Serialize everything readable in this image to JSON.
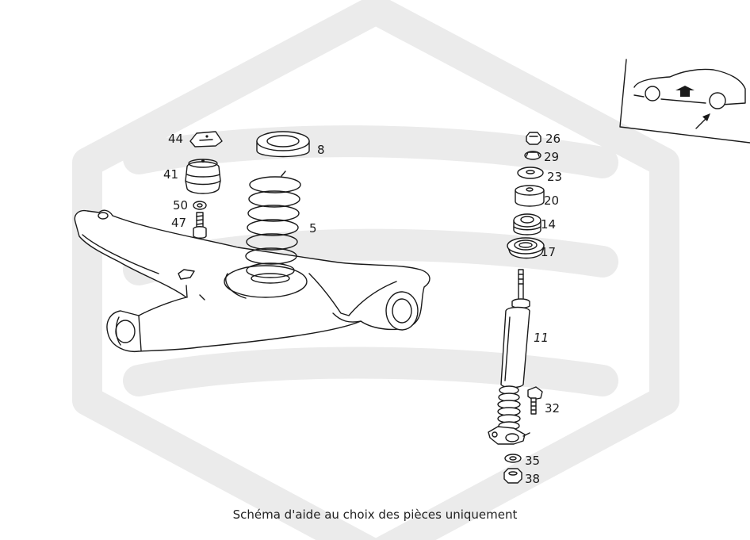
{
  "caption": "Schéma d'aide au choix des pièces uniquement",
  "callouts": {
    "p44": "44",
    "p41": "41",
    "p50": "50",
    "p47": "47",
    "p8": "8",
    "p5": "5",
    "p26": "26",
    "p29": "29",
    "p23": "23",
    "p20": "20",
    "p14": "14",
    "p17": "17",
    "p11": "11",
    "p32": "32",
    "p35": "35",
    "p38": "38"
  },
  "icons": {
    "watermark": "hexagon-logo-watermark",
    "locator": "car-rear-wheel-locator-icon"
  },
  "colors": {
    "line": "#1a1a1a",
    "watermark": "#ebebeb",
    "background": "#ffffff"
  }
}
